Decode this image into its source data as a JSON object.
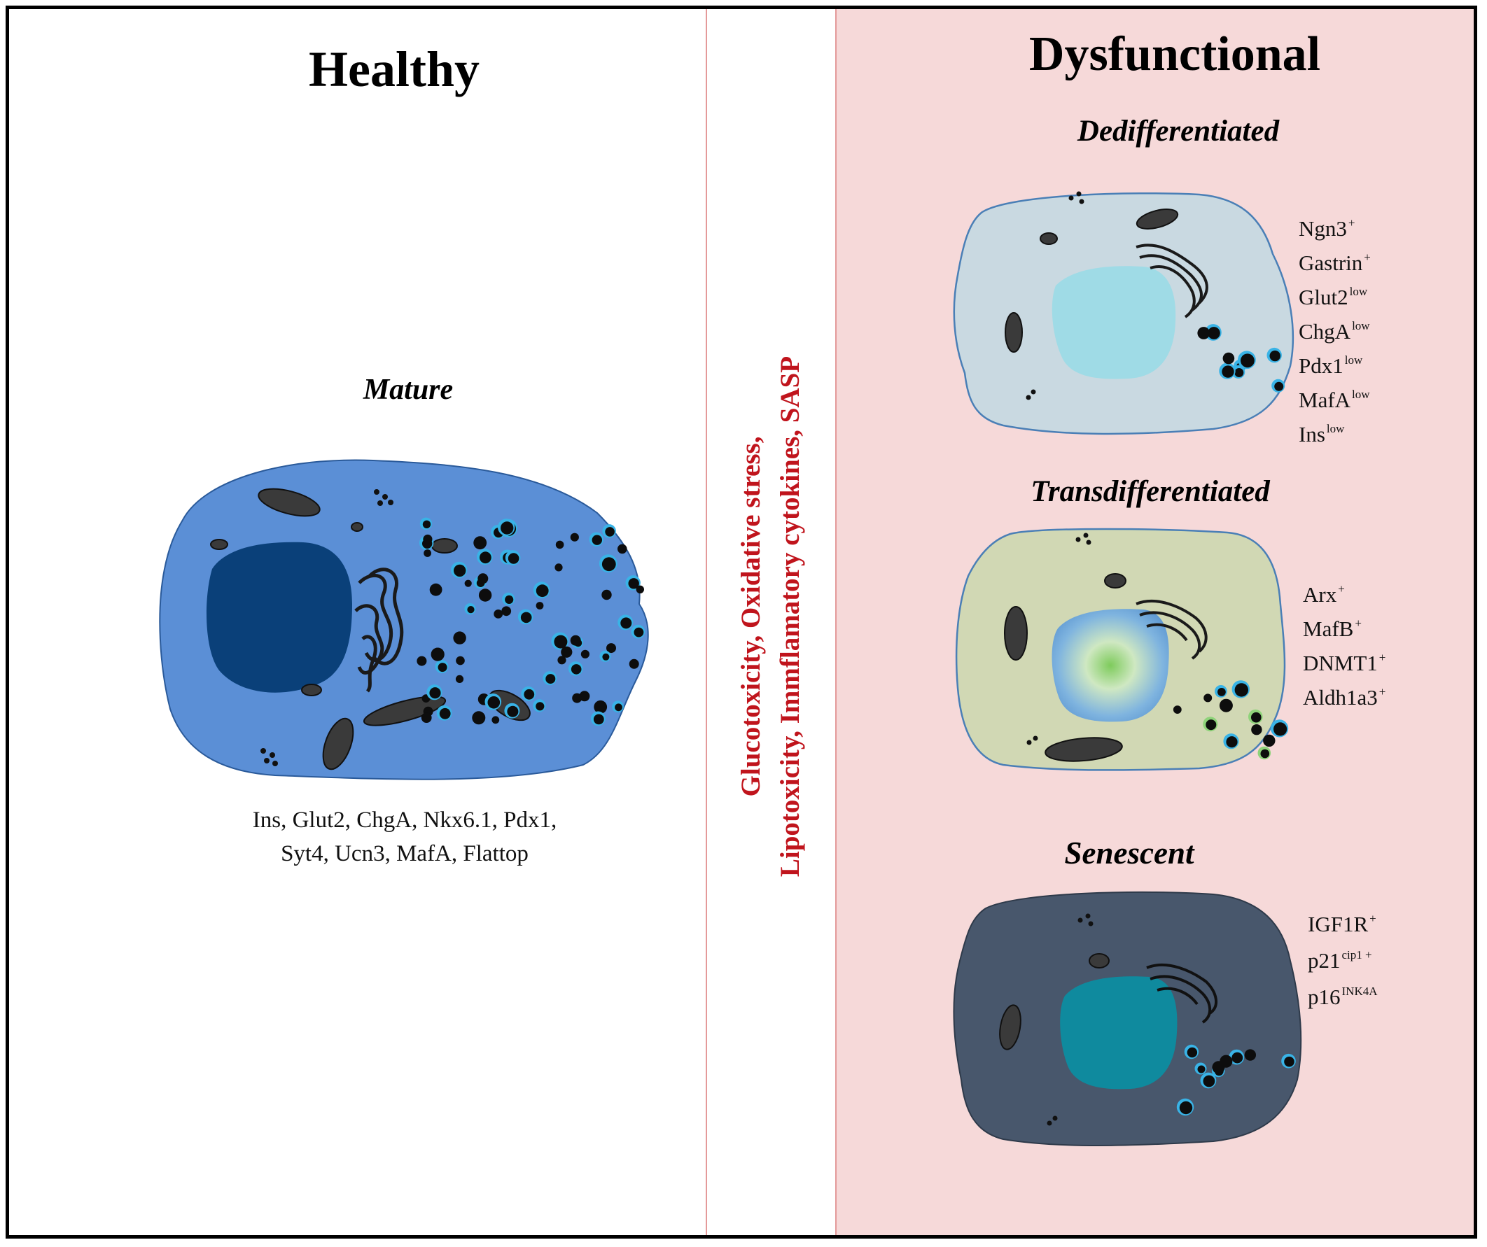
{
  "headings": {
    "healthy": "Healthy",
    "dysfunctional": "Dysfunctional"
  },
  "subheadings": {
    "mature": "Mature",
    "dedifferentiated": "Dedifferentiated",
    "transdifferentiated": "Transdifferentiated",
    "senescent": "Senescent"
  },
  "mature_markers": {
    "line1": "Ins, Glut2, ChgA, Nkx6.1, Pdx1,",
    "line2": "Syt4, Ucn3, MafA, Flattop"
  },
  "stress": {
    "line1": "Glucotoxicity, Oxidative stress,",
    "line2": "Lipotoxicity, Immflamatory cytokines, SASP"
  },
  "dedifferentiated_markers": [
    {
      "name": "Ngn3",
      "sup": "+"
    },
    {
      "name": "Gastrin",
      "sup": "+"
    },
    {
      "name": "Glut2",
      "sup": "low"
    },
    {
      "name": "ChgA",
      "sup": "low"
    },
    {
      "name": "Pdx1",
      "sup": "low"
    },
    {
      "name": "MafA",
      "sup": "low"
    },
    {
      "name": "Ins",
      "sup": "low"
    }
  ],
  "transdifferentiated_markers": [
    {
      "name": "Arx",
      "sup": "+"
    },
    {
      "name": "MafB",
      "sup": "+"
    },
    {
      "name": "DNMT1",
      "sup": "+"
    },
    {
      "name": "Aldh1a3",
      "sup": "+"
    }
  ],
  "senescent_markers": [
    {
      "name": "IGF1R",
      "sup": "+"
    },
    {
      "name": "p21",
      "sup": "cip1 +"
    },
    {
      "name": "p16",
      "sup": "INK4A"
    }
  ],
  "colors": {
    "mature_cell": "#5b8fd6",
    "mature_nucleus": "#0a4079",
    "dedifferentiated_cell": "#c9d9e1",
    "dedifferentiated_nucleus": "#9fdbe6",
    "transdifferentiated_cell": "#d1d8b4",
    "transdifferentiated_nucleus_center": "#8ed07a",
    "senescent_cell": "#48576c",
    "senescent_nucleus": "#0f8a9e",
    "stress_text": "#c0141c",
    "dysfunctional_background": "#f6d9d9",
    "granule_blue": "#39b3e6"
  }
}
